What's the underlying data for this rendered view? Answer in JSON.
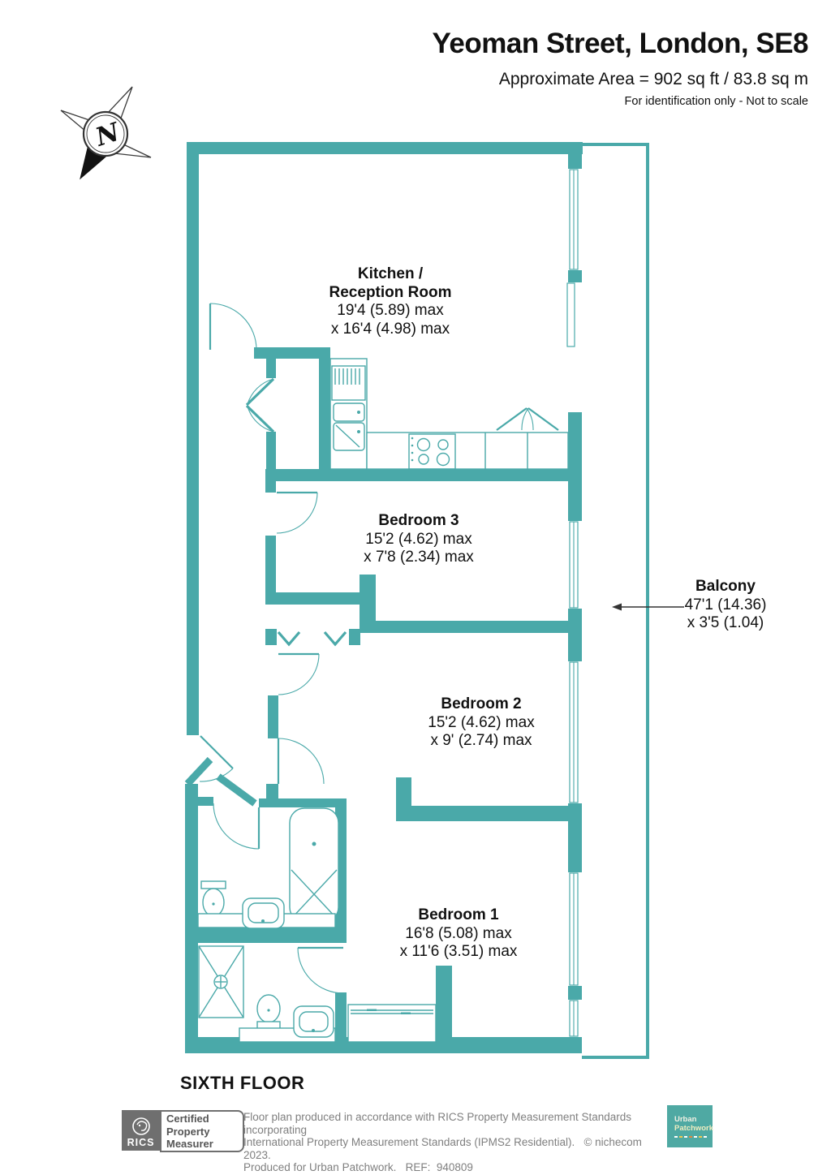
{
  "header": {
    "title": "Yeoman Street, London, SE8",
    "subtitle": "Approximate Area = 902 sq ft / 83.8 sq m",
    "note": "For identification only - Not to scale"
  },
  "compass": {
    "label": "N"
  },
  "labels": {
    "kitchen": {
      "name1": "Kitchen /",
      "name2": "Reception Room",
      "dim1": "19'4 (5.89) max",
      "dim2": "x 16'4 (4.98) max"
    },
    "bedroom3": {
      "name": "Bedroom 3",
      "dim1": "15'2 (4.62) max",
      "dim2": "x 7'8 (2.34) max"
    },
    "balcony": {
      "name": "Balcony",
      "dim1": "47'1 (14.36)",
      "dim2": "x 3'5 (1.04)"
    },
    "bedroom2": {
      "name": "Bedroom 2",
      "dim1": "15'2 (4.62) max",
      "dim2": "x 9' (2.74) max"
    },
    "bedroom1": {
      "name": "Bedroom 1",
      "dim1": "16'8 (5.08) max",
      "dim2": "x 11'6 (3.51) max"
    }
  },
  "floor_label": "SIXTH FLOOR",
  "footer": {
    "rics": "RICS",
    "certified1": "Certified",
    "certified2": "Property",
    "certified3": "Measurer",
    "line1": "Floor plan produced in accordance with RICS Property Measurement Standards incorporating",
    "line2": "International Property Measurement Standards (IPMS2 Residential).   © nichecom 2023.",
    "line3": "Produced for Urban Patchwork.   REF:  940809",
    "brand1": "Urban",
    "brand2": "Patchwork"
  },
  "colors": {
    "wall_teal": "#4AA9A9",
    "brand_teal": "#4FA9A3",
    "rics_gray": "#6F6F6F",
    "footer_gray": "#7F7F7F",
    "text": "#111111"
  }
}
